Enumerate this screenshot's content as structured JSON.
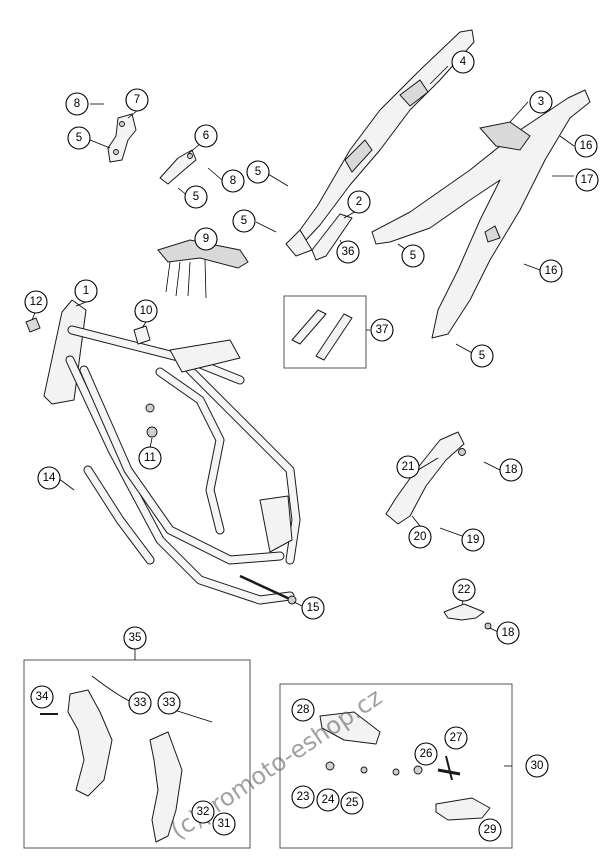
{
  "diagram": {
    "watermark": "(c)promoto-eshop.cz",
    "callouts": [
      {
        "id": "c4",
        "label": "4"
      },
      {
        "id": "c3",
        "label": "3"
      },
      {
        "id": "c8a",
        "label": "8"
      },
      {
        "id": "c7",
        "label": "7"
      },
      {
        "id": "c5a",
        "label": "5"
      },
      {
        "id": "c6",
        "label": "6"
      },
      {
        "id": "c16a",
        "label": "16"
      },
      {
        "id": "c5b",
        "label": "5"
      },
      {
        "id": "c8b",
        "label": "8"
      },
      {
        "id": "c5c",
        "label": "5"
      },
      {
        "id": "c17",
        "label": "17"
      },
      {
        "id": "c2",
        "label": "2"
      },
      {
        "id": "c5d",
        "label": "5"
      },
      {
        "id": "c9",
        "label": "9"
      },
      {
        "id": "c36",
        "label": "36"
      },
      {
        "id": "c5e",
        "label": "5"
      },
      {
        "id": "c16b",
        "label": "16"
      },
      {
        "id": "c1",
        "label": "1"
      },
      {
        "id": "c12",
        "label": "12"
      },
      {
        "id": "c10",
        "label": "10"
      },
      {
        "id": "c37",
        "label": "37"
      },
      {
        "id": "c5f",
        "label": "5"
      },
      {
        "id": "c11",
        "label": "11"
      },
      {
        "id": "c21",
        "label": "21"
      },
      {
        "id": "c18a",
        "label": "18"
      },
      {
        "id": "c14",
        "label": "14"
      },
      {
        "id": "c20",
        "label": "20"
      },
      {
        "id": "c19",
        "label": "19"
      },
      {
        "id": "c15",
        "label": "15"
      },
      {
        "id": "c22",
        "label": "22"
      },
      {
        "id": "c18b",
        "label": "18"
      },
      {
        "id": "c35",
        "label": "35"
      },
      {
        "id": "c34",
        "label": "34"
      },
      {
        "id": "c33a",
        "label": "33"
      },
      {
        "id": "c33b",
        "label": "33"
      },
      {
        "id": "c28",
        "label": "28"
      },
      {
        "id": "c27",
        "label": "27"
      },
      {
        "id": "c26",
        "label": "26"
      },
      {
        "id": "c30",
        "label": "30"
      },
      {
        "id": "c23",
        "label": "23"
      },
      {
        "id": "c24",
        "label": "24"
      },
      {
        "id": "c25",
        "label": "25"
      },
      {
        "id": "c32",
        "label": "32"
      },
      {
        "id": "c31",
        "label": "31"
      },
      {
        "id": "c29",
        "label": "29"
      }
    ]
  }
}
